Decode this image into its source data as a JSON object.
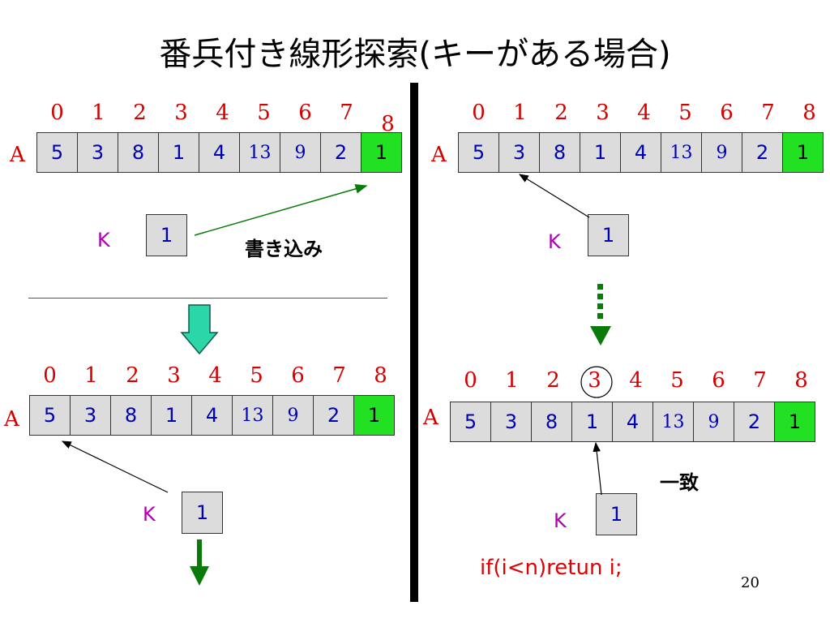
{
  "title": "番兵付き線形探索(キーがある場合)",
  "index_labels": [
    "0",
    "1",
    "2",
    "3",
    "4",
    "5",
    "6",
    "7",
    "8"
  ],
  "array_values": [
    "5",
    "3",
    "8",
    "1",
    "4",
    "13",
    "9",
    "2",
    "1"
  ],
  "array_label": "A",
  "key_label": "K",
  "key_value": "1",
  "write_note": "書き込み",
  "match_note": "一致",
  "code_line": "if(i<n)retun i;",
  "page_number": "20",
  "colors": {
    "index_red": "#d40000",
    "value_blue": "#0000b4",
    "cell_gray": "#dcdcdc",
    "sentinel_green": "#22e022",
    "key_magenta": "#b000b0",
    "arrow_green": "#0a7a0a",
    "down_teal": "#2bd6a8"
  }
}
